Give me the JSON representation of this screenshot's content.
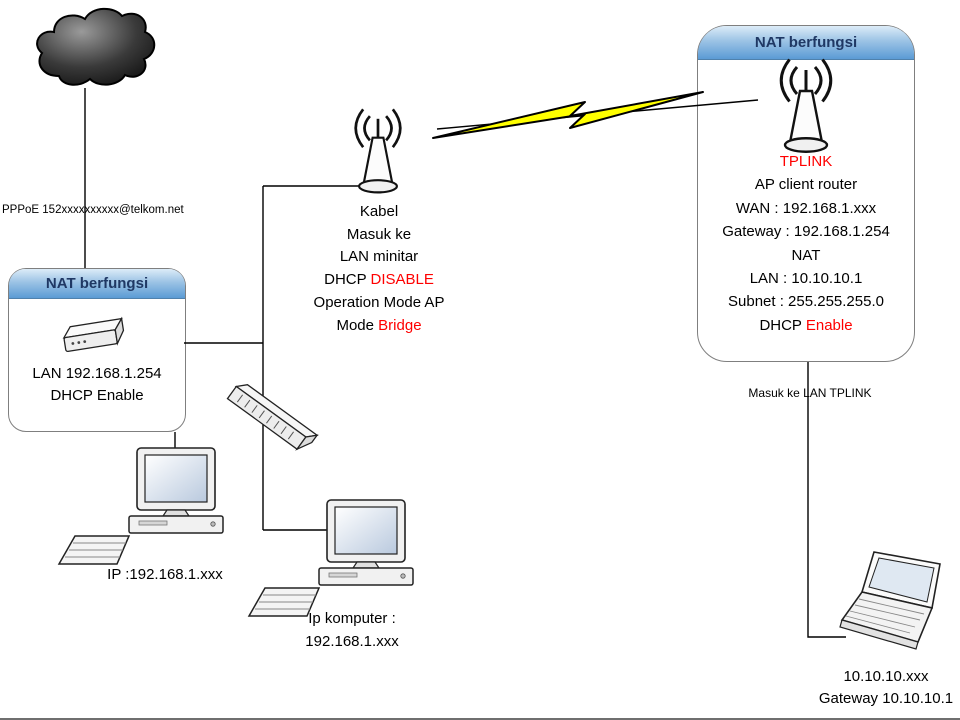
{
  "diagram": {
    "internet_cloud": {
      "label": "PPPoE 152xxxxxxxxxx@telkom.net"
    },
    "modem_box": {
      "title": "NAT berfungsi",
      "line1": "LAN 192.168.1.254",
      "line2": "DHCP Enable"
    },
    "ap_bridge": {
      "line1": "Kabel",
      "line2": "Masuk ke",
      "line3": "LAN minitar",
      "line4_label": "DHCP ",
      "line4_value": "DISABLE",
      "line5": "Operation Mode AP",
      "line6_label": "Mode ",
      "line6_value": "Bridge"
    },
    "pc1": {
      "label": "IP :192.168.1.xxx"
    },
    "pc2": {
      "line1": "Ip komputer :",
      "line2": "192.168.1.xxx"
    },
    "tplink_box": {
      "title": "NAT berfungsi",
      "brand": "TPLINK",
      "line1": "AP client router",
      "line2": "WAN : 192.168.1.xxx",
      "line3": "Gateway : 192.168.1.254",
      "line4": "NAT",
      "line5": "LAN : 10.10.10.1",
      "line6": "Subnet : 255.255.255.0",
      "line7_label": "DHCP ",
      "line7_value": "Enable"
    },
    "tplink_note": "Masuk ke LAN TPLINK",
    "laptop": {
      "line1": "10.10.10.xxx",
      "line2": "Gateway 10.10.10.1"
    },
    "colors": {
      "accent_red": "#ff0000",
      "header_blue": "#5b9bd5",
      "bolt_yellow": "#ffff00",
      "wire_black": "#000000"
    }
  }
}
